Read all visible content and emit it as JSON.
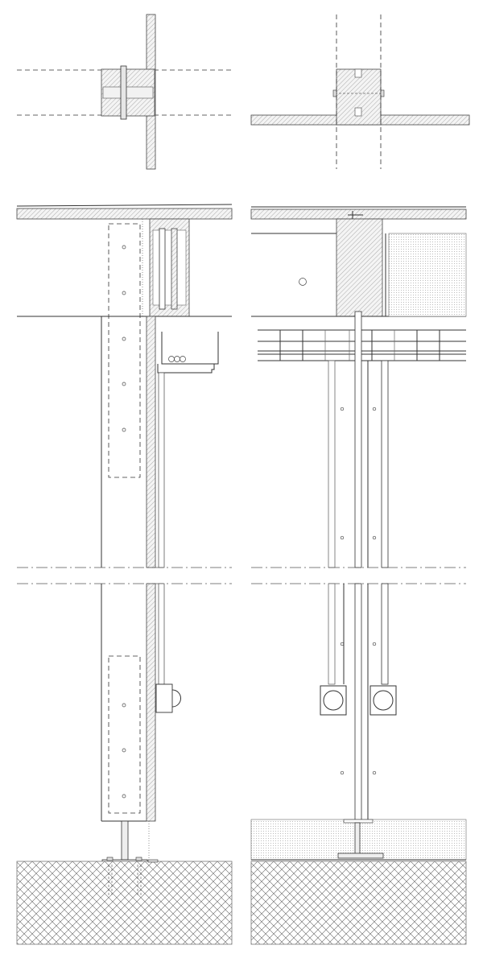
{
  "drawing": {
    "panels": [
      "plan-detail-left",
      "plan-detail-right",
      "section-left",
      "section-right"
    ],
    "colors": {
      "line": "#333333",
      "hatch": "#888888",
      "background": "#ffffff"
    }
  }
}
